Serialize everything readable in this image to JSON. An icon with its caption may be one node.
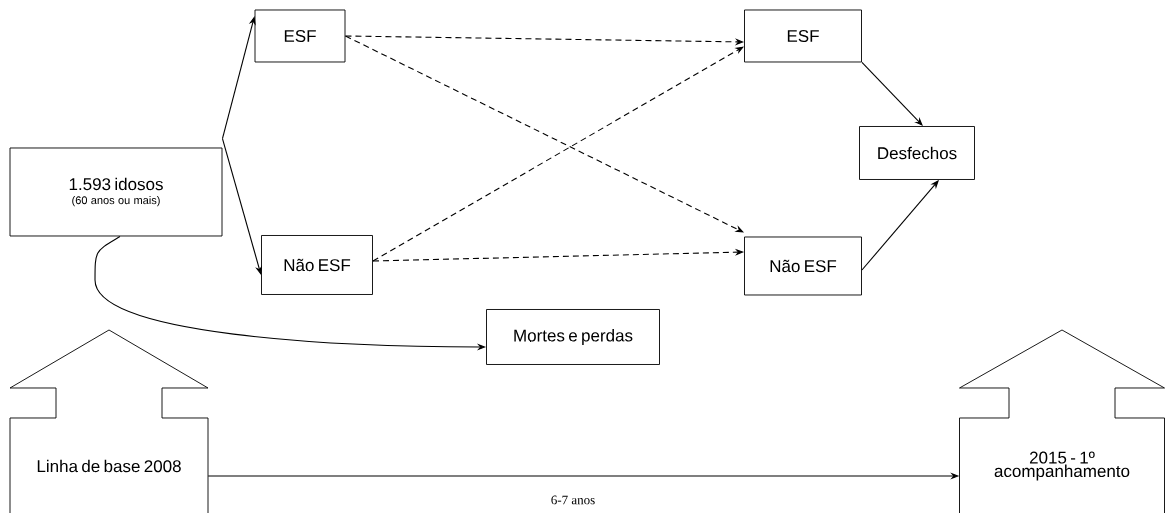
{
  "diagram": {
    "nodes": [
      {
        "text": [
          "1.593 idosos",
          "(60 anos ou mais)"
        ]
      },
      {
        "text": [
          "ESF"
        ]
      },
      {
        "text": [
          "Não ESF"
        ]
      },
      {
        "text": [
          "ESF"
        ]
      },
      {
        "text": [
          "Não ESF"
        ]
      },
      {
        "text": [
          "Desfechos"
        ]
      },
      {
        "text": [
          "Mortes e perdas"
        ]
      },
      {
        "text": [
          "Linha de base 2008"
        ]
      },
      {
        "text": [
          "2015 - 1º acompanhamento"
        ]
      }
    ],
    "edges": [
      {
        "from": 0,
        "to": 1,
        "arrow": "to"
      },
      {
        "from": 0,
        "to": 2,
        "arrow": "to"
      },
      {
        "from": 1,
        "to": 3,
        "arrow": "to",
        "style": "dashed"
      },
      {
        "from": 1,
        "to": 4,
        "arrow": "to",
        "style": "dashed"
      },
      {
        "from": 2,
        "to": 3,
        "arrow": "to",
        "style": "dashed"
      },
      {
        "from": 2,
        "to": 4,
        "arrow": "to",
        "style": "dashed"
      },
      {
        "from": 3,
        "to": 5,
        "arrow": "to"
      },
      {
        "from": 4,
        "to": 5,
        "arrow": "to"
      },
      {
        "from": 0,
        "to": 6,
        "arrow": "to"
      },
      {
        "from": 7,
        "to": 8,
        "arrow": "to",
        "label": "6-7 anos"
      }
    ]
  }
}
